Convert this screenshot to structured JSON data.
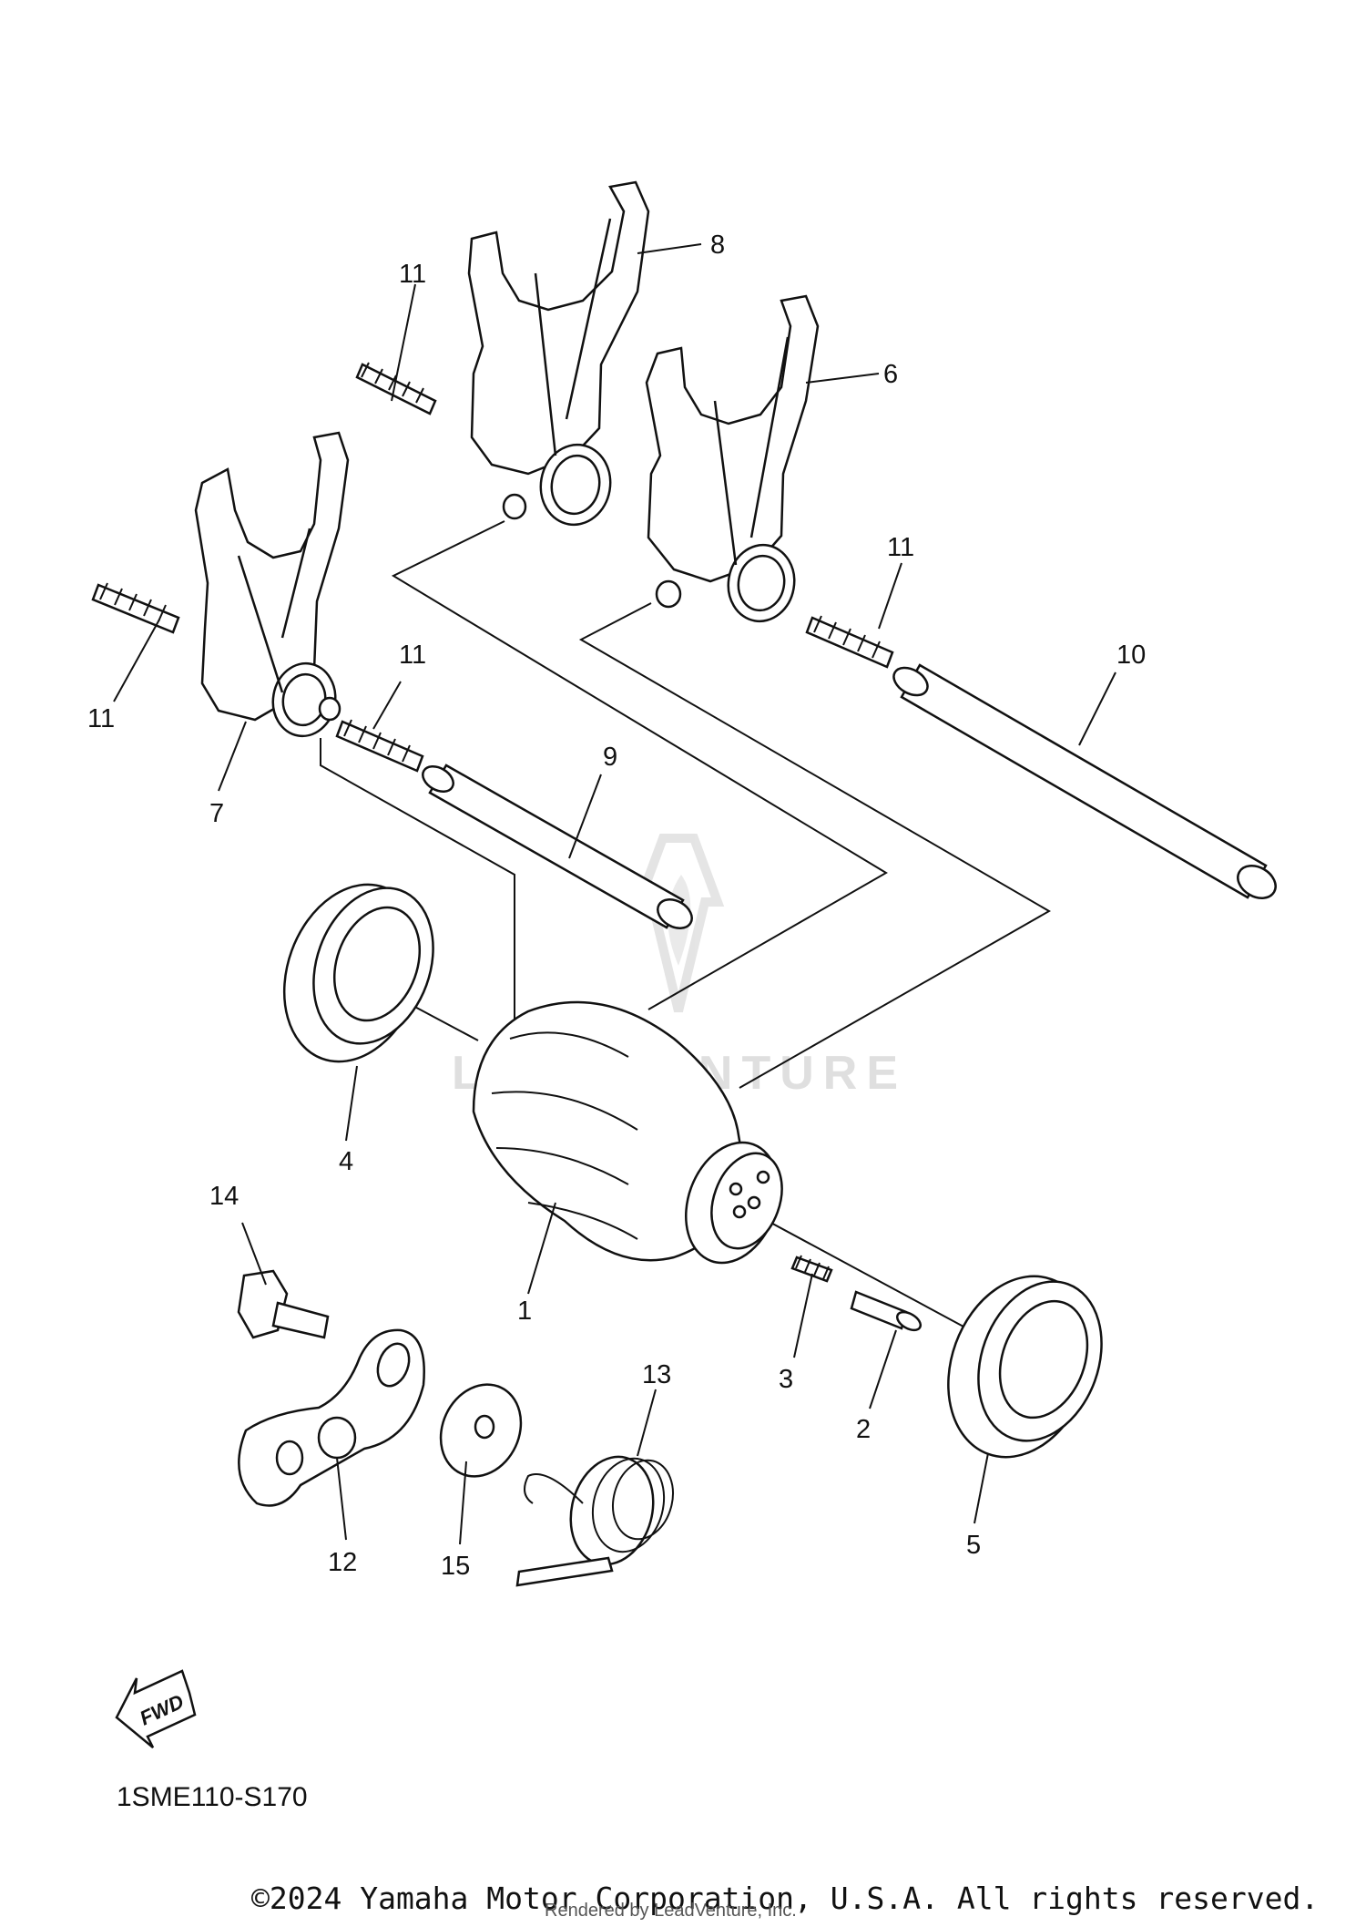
{
  "diagram": {
    "callouts": [
      "1",
      "2",
      "3",
      "4",
      "5",
      "6",
      "7",
      "8",
      "9",
      "10",
      "11",
      "11",
      "11",
      "11",
      "12",
      "13",
      "14",
      "15"
    ],
    "reference_code": "1SME110-S170",
    "fwd_label": "FWD",
    "watermark": "LEADVENTURE"
  },
  "footer": {
    "copyright": "©2024 Yamaha Motor Corporation, U.S.A. All rights reserved.",
    "rendered_by": "Rendered by LeadVenture, Inc."
  }
}
